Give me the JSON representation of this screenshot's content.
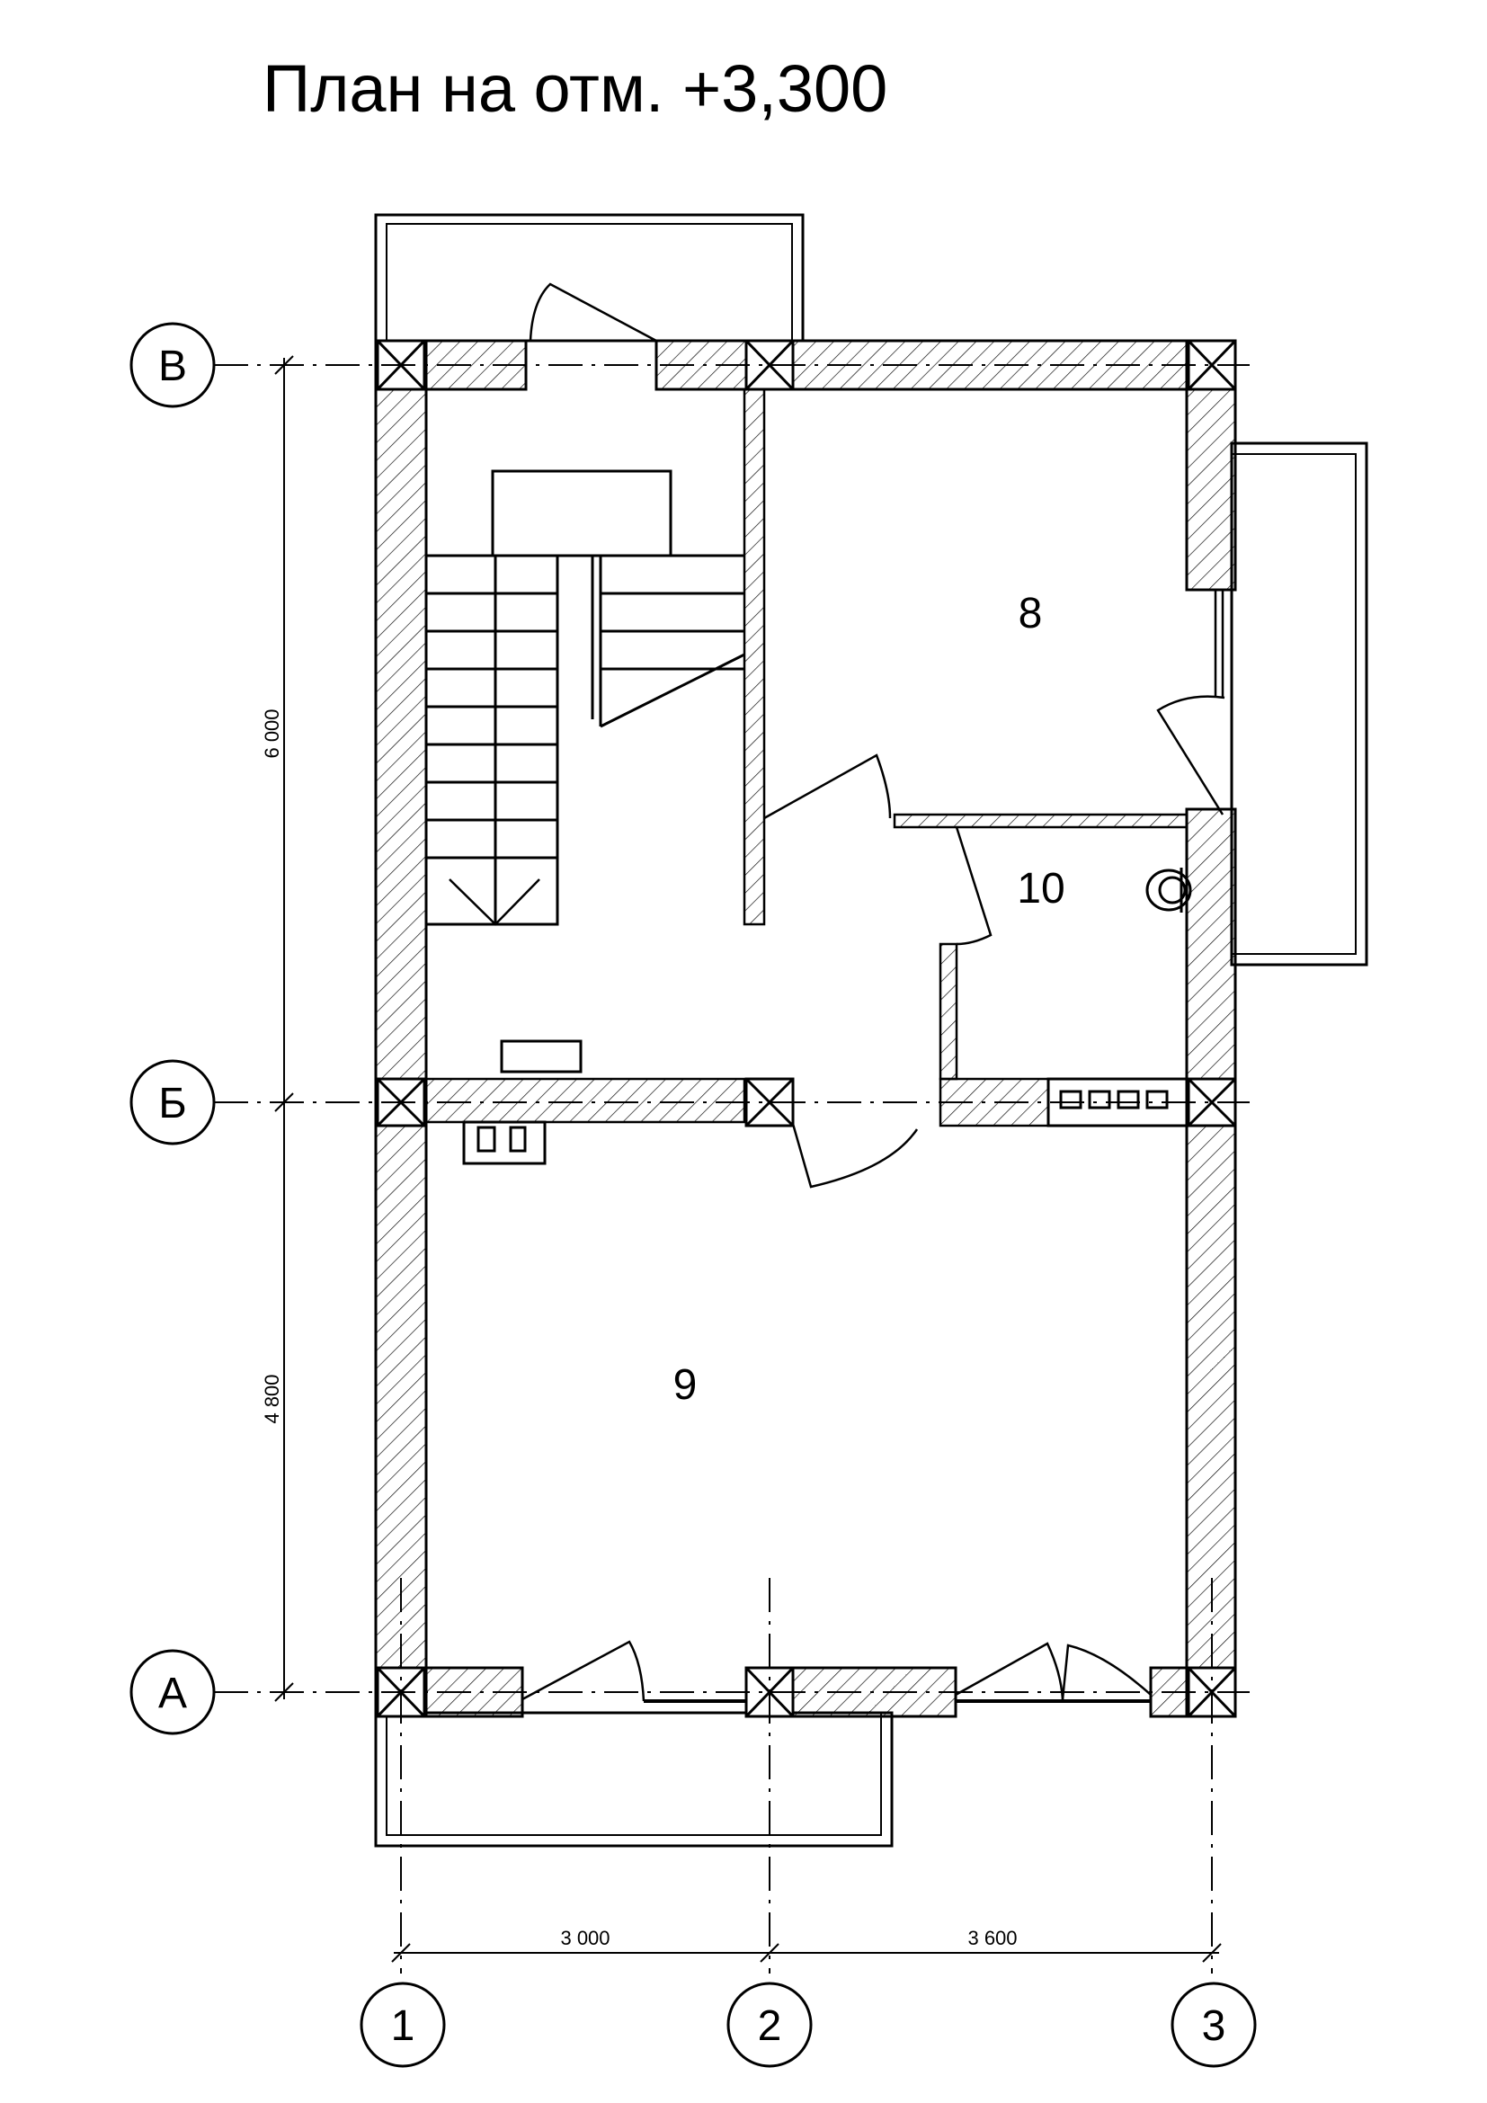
{
  "title": "План на отм. +3,300",
  "rooms": {
    "r8": "8",
    "r9": "9",
    "r10": "10"
  },
  "axes": {
    "row_v": "В",
    "row_b": "Б",
    "row_a": "А",
    "col_1": "1",
    "col_2": "2",
    "col_3": "3"
  },
  "dimensions": {
    "vb": "6 000",
    "ba": "4 800",
    "c12": "3 000",
    "c23": "3 600"
  }
}
